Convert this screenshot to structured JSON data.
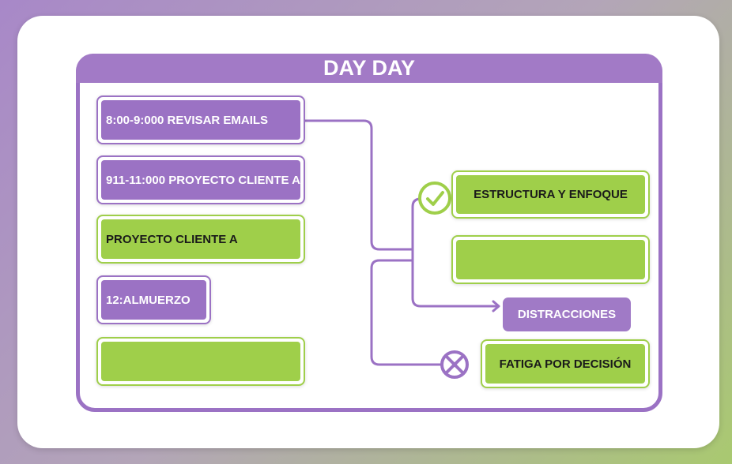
{
  "title": "DAY DAY",
  "schedule": [
    {
      "label": "8:00-9:000 REVISAR EMAILS"
    },
    {
      "label": "911-11:000 PROYECTO CLIENTE A"
    },
    {
      "label": "PROYECTO CLIENTE A"
    },
    {
      "label": "12:ALMUERZO"
    },
    {
      "label": ""
    }
  ],
  "outcomes": {
    "positive": "ESTRUCTURA Y ENFOQUE",
    "blank": "",
    "distractions": "DISTRACCIONES",
    "negative": "FATIGA POR DECISIÓN"
  },
  "colors": {
    "purple": "#9b72c4",
    "green": "#9fcf4a"
  }
}
